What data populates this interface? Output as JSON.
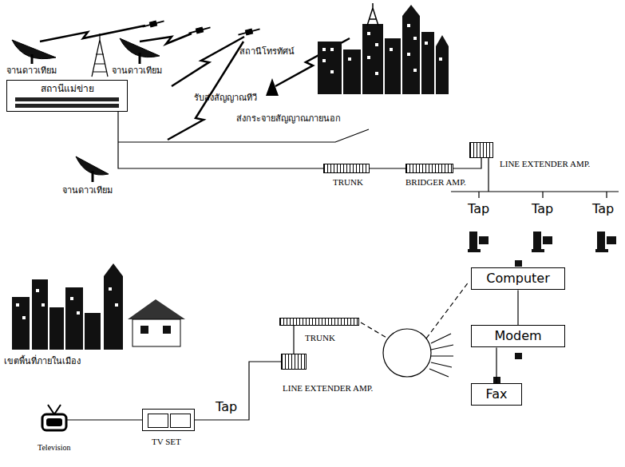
{
  "diagram": {
    "nodes": [
      {
        "text": [
          "สถานีแม่ข่าย"
        ]
      },
      {
        "text": [
          "TRUNK"
        ]
      },
      {
        "text": [
          "BRIDGER AMP."
        ]
      },
      {
        "text": [
          "LINE EXTENDER AMP."
        ]
      },
      {
        "text": [
          "TRUNK"
        ]
      },
      {
        "text": [
          "LINE EXTENDER AMP."
        ]
      },
      {
        "text": [
          "TV SET"
        ]
      },
      {
        "text": [
          "Television"
        ]
      },
      {
        "text": [
          "Computer"
        ]
      },
      {
        "text": [
          "Modem"
        ]
      },
      {
        "text": [
          "Fax"
        ]
      }
    ],
    "edges": [
      {
        "from": 0,
        "to": 1,
        "arrow": "none"
      },
      {
        "from": 1,
        "to": 2,
        "arrow": "none"
      },
      {
        "from": 2,
        "to": 3,
        "arrow": "none"
      },
      {
        "from": 4,
        "to": 5,
        "arrow": "none"
      },
      {
        "from": 5,
        "to": 6,
        "arrow": "none"
      },
      {
        "from": 6,
        "to": 7,
        "arrow": "none"
      },
      {
        "from": 8,
        "to": 9,
        "arrow": "none"
      },
      {
        "from": 9,
        "to": 10,
        "arrow": "none"
      }
    ],
    "labels": [
      "จานดาวเทียม",
      "จานดาวเทียม",
      "รับส่งสัญญาณทีวี",
      "สถานีโทรทัศน์",
      "ส่งกระจายสัญญาณภายนอก",
      "จานดาวเทียม",
      "Tap",
      "Tap",
      "Tap",
      "เขตพื้นที่ภายในเมือง",
      "Tap"
    ]
  }
}
